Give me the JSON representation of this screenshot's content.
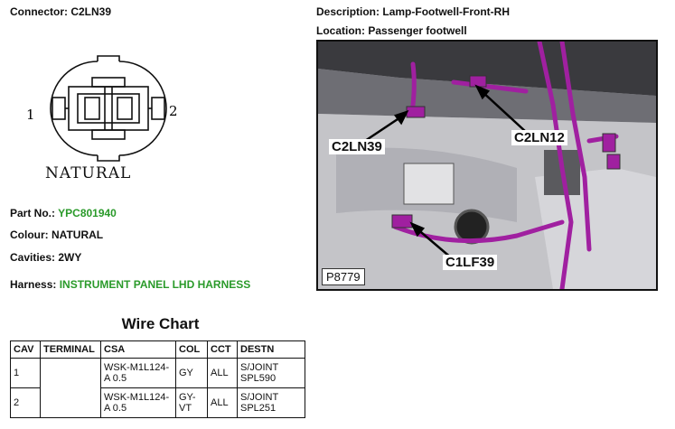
{
  "connector": {
    "label": "Connector:",
    "value": "C2LN39"
  },
  "description": {
    "label": "Description:",
    "value": "Lamp-Footwell-Front-RH"
  },
  "location": {
    "label": "Location:",
    "value": "Passenger footwell"
  },
  "diagram": {
    "pin1": "1",
    "pin2": "2",
    "color_text": "NATURAL"
  },
  "details": {
    "part_no_label": "Part No.:",
    "part_no": "YPC801940",
    "colour_label": "Colour:",
    "colour": "NATURAL",
    "cavities_label": "Cavities:",
    "cavities": "2WY",
    "harness_label": "Harness:",
    "harness": "INSTRUMENT PANEL LHD HARNESS"
  },
  "photo": {
    "callout_c2ln39": "C2LN39",
    "callout_c2ln12": "C2LN12",
    "callout_c1lf39": "C1LF39",
    "ref": "P8779"
  },
  "wire_chart": {
    "title": "Wire Chart",
    "headers": {
      "cav": "CAV",
      "terminal": "TERMINAL",
      "csa": "CSA",
      "col": "COL",
      "cct": "CCT",
      "destn": "DESTN"
    },
    "rows": [
      {
        "cav": "1",
        "terminal": "",
        "csa": "WSK-M1L124-A 0.5",
        "col": "GY",
        "cct": "ALL",
        "destn": "S/JOINT SPL590"
      },
      {
        "cav": "2",
        "terminal": "",
        "csa": "WSK-M1L124-A 0.5",
        "col": "GY-VT",
        "cct": "ALL",
        "destn": "S/JOINT SPL251"
      }
    ]
  },
  "colors": {
    "accent_green": "#2a9a2a",
    "harness_purple": "#a020a0"
  }
}
